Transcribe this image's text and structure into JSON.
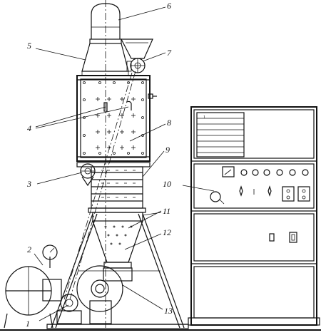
{
  "callouts": [
    {
      "id": "1",
      "text": "1"
    },
    {
      "id": "2",
      "text": "2"
    },
    {
      "id": "3",
      "text": "3"
    },
    {
      "id": "4",
      "text": "4"
    },
    {
      "id": "5",
      "text": "5"
    },
    {
      "id": "6",
      "text": "6"
    },
    {
      "id": "7",
      "text": "7"
    },
    {
      "id": "8",
      "text": "8"
    },
    {
      "id": "9",
      "text": "9"
    },
    {
      "id": "10",
      "text": "10"
    },
    {
      "id": "11",
      "text": "11"
    },
    {
      "id": "12",
      "text": "12"
    },
    {
      "id": "13",
      "text": "13"
    }
  ],
  "panel": {
    "gauge_face": "1"
  }
}
